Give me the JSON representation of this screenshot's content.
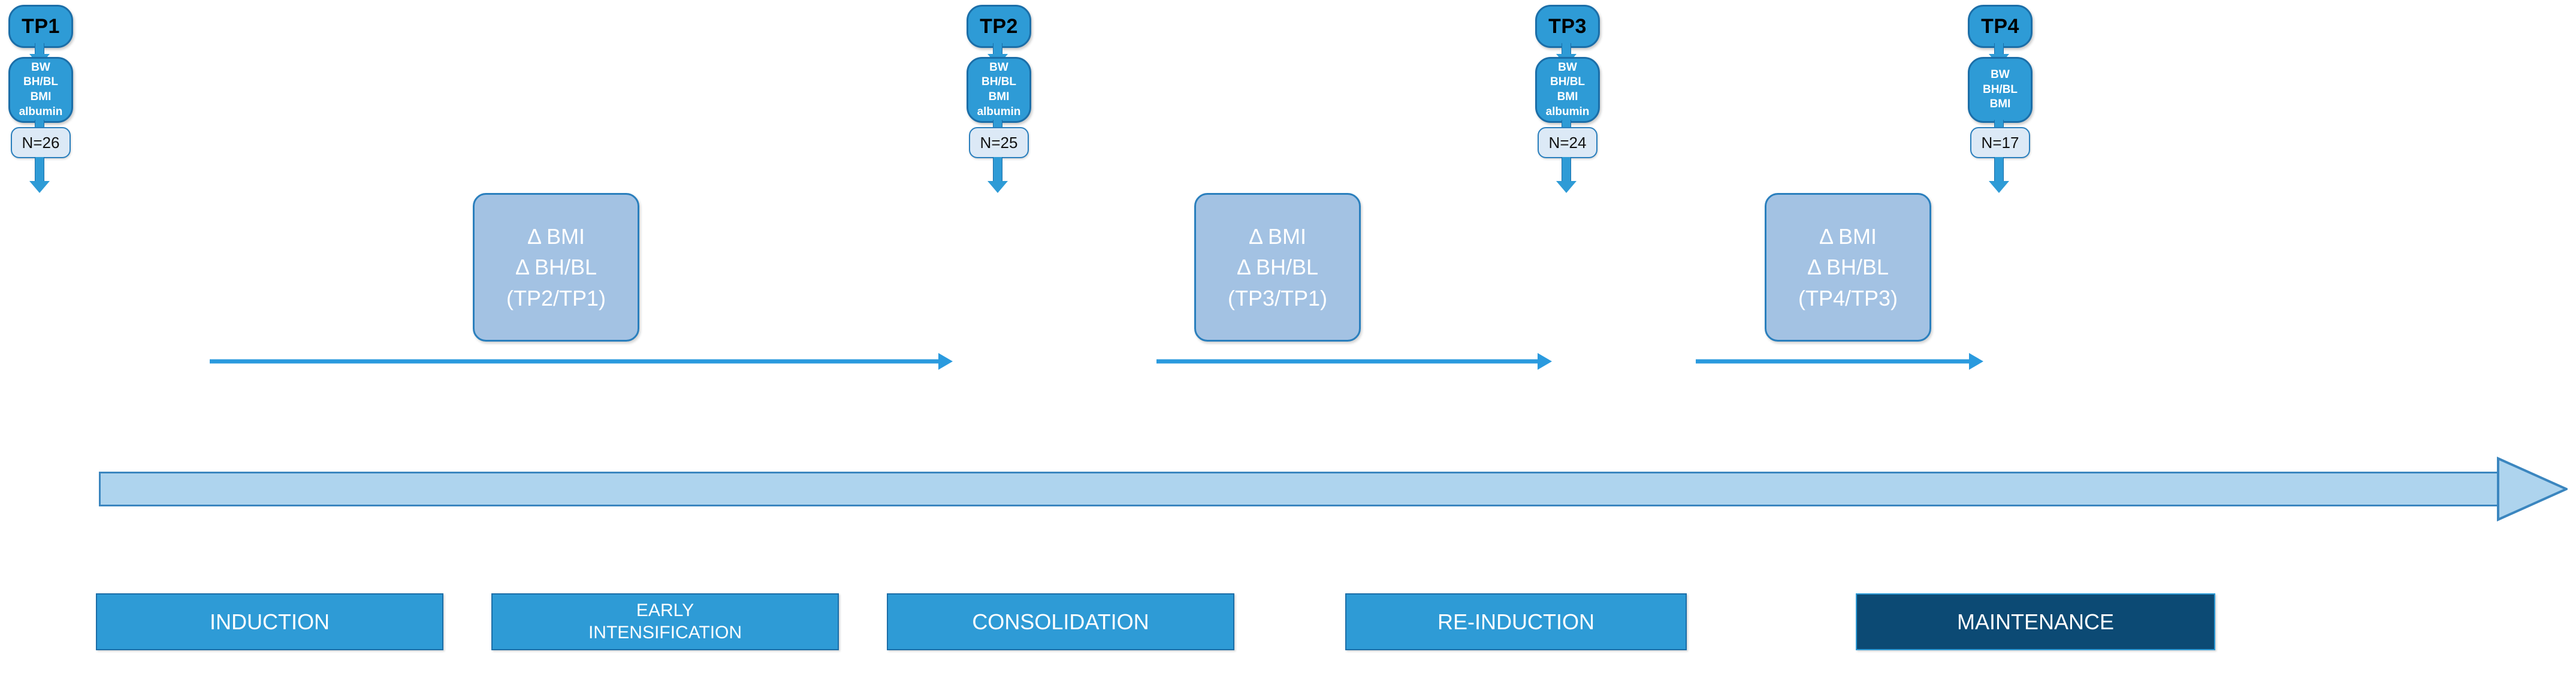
{
  "diagram": {
    "title": "Study timepoints and treatment phases flow diagram",
    "colors": {
      "primary_blue": "#2e9bd6",
      "border_blue": "#1b6ea8",
      "delta_blue": "#a3c2e3",
      "n_box_blue": "#dce9f6",
      "timeline_blue": "#aed4ee",
      "maintenance_navy": "#0c4a74",
      "arrow_blue": "#2a9ade"
    }
  },
  "timepoints": [
    {
      "id": "tp1",
      "label": "TP1",
      "measurements": [
        "BW",
        "BH/BL",
        "BMI",
        "albumin"
      ],
      "n_label": "N=26"
    },
    {
      "id": "tp2",
      "label": "TP2",
      "measurements": [
        "BW",
        "BH/BL",
        "BMI",
        "albumin"
      ],
      "n_label": "N=25"
    },
    {
      "id": "tp3",
      "label": "TP3",
      "measurements": [
        "BW",
        "BH/BL",
        "BMI",
        "albumin"
      ],
      "n_label": "N=24"
    },
    {
      "id": "tp4",
      "label": "TP4",
      "measurements": [
        "BW",
        "BH/BL",
        "BMI"
      ],
      "n_label": "N=17"
    }
  ],
  "deltas": [
    {
      "id": "delta-tp2-tp1",
      "lines": [
        "Δ BMI",
        "Δ BH/BL",
        "(TP2/TP1)"
      ]
    },
    {
      "id": "delta-tp3-tp1",
      "lines": [
        "Δ BMI",
        "Δ BH/BL",
        "(TP3/TP1)"
      ]
    },
    {
      "id": "delta-tp4-tp3",
      "lines": [
        "Δ BMI",
        "Δ BH/BL",
        "(TP4/TP3)"
      ]
    }
  ],
  "phases": [
    {
      "id": "induction",
      "lines": [
        "INDUCTION"
      ],
      "style": "light"
    },
    {
      "id": "early-intensification",
      "lines": [
        "EARLY",
        "INTENSIFICATION"
      ],
      "style": "light"
    },
    {
      "id": "consolidation",
      "lines": [
        "CONSOLIDATION"
      ],
      "style": "light"
    },
    {
      "id": "re-induction",
      "lines": [
        "RE-INDUCTION"
      ],
      "style": "light"
    },
    {
      "id": "maintenance",
      "lines": [
        "MAINTENANCE"
      ],
      "style": "dark"
    }
  ]
}
